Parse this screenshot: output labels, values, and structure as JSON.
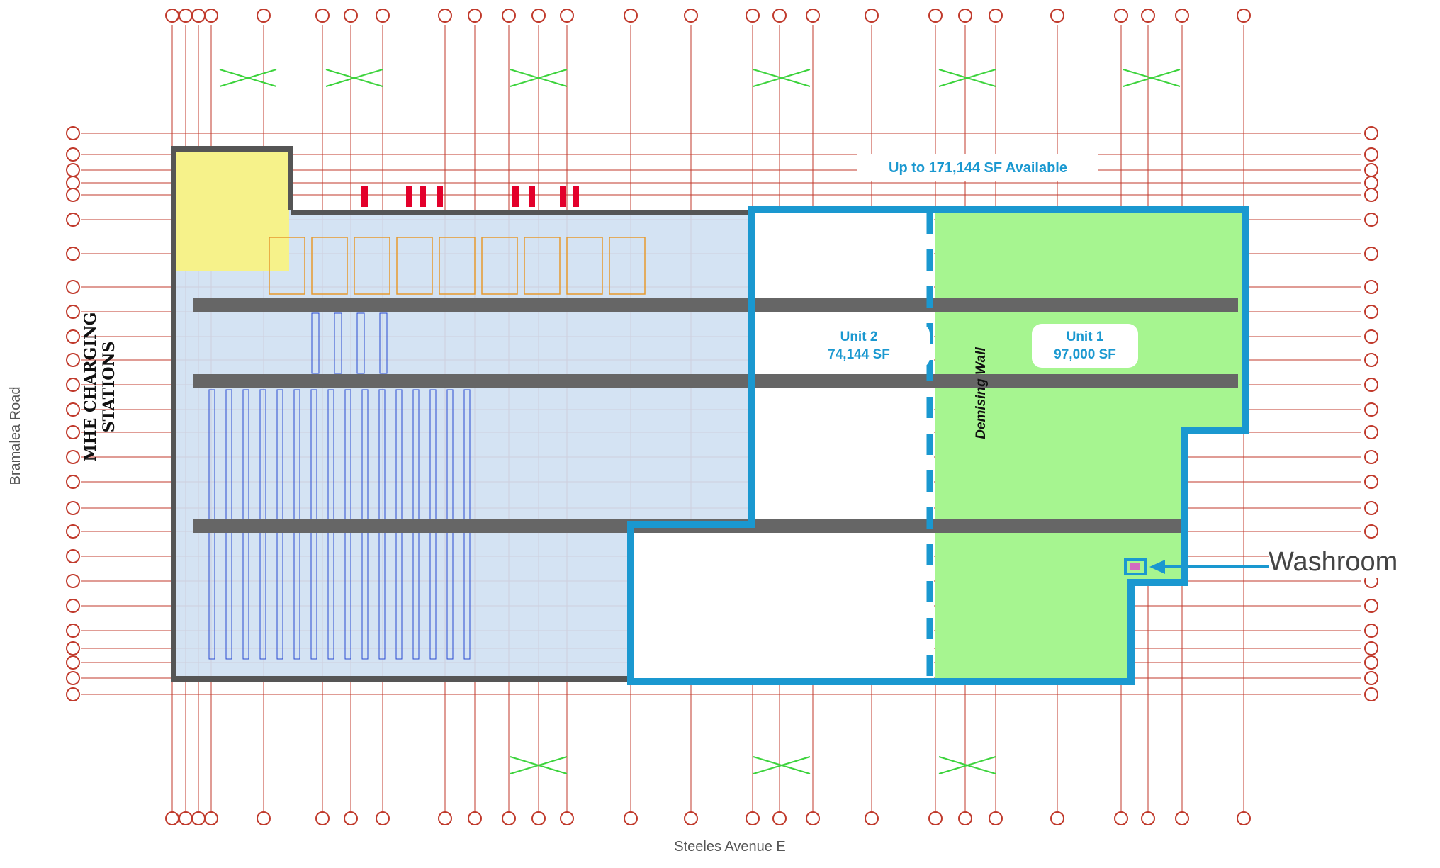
{
  "plan": {
    "available_label": "Up to 171,144 SF Available",
    "units": [
      {
        "name": "Unit 2",
        "area": "74,144 SF"
      },
      {
        "name": "Unit 1",
        "area": "97,000 SF"
      }
    ],
    "demising_wall_label": "Demising Wall",
    "washroom_label": "Washroom",
    "mhe_label_line1": "MHE CHARGING",
    "mhe_label_line2": "STATIONS"
  },
  "roads": {
    "left": "Bramalea Road",
    "bottom": "Steeles Avenue E"
  },
  "colors": {
    "available_outline": "#1a98d0",
    "available_fill": "#a6f590",
    "occupied_fill": "#cfe0f2",
    "building_outline": "#555555",
    "office_fill": "#f6f28a",
    "grid_line": "#c0392b",
    "aisle": "#666666"
  }
}
